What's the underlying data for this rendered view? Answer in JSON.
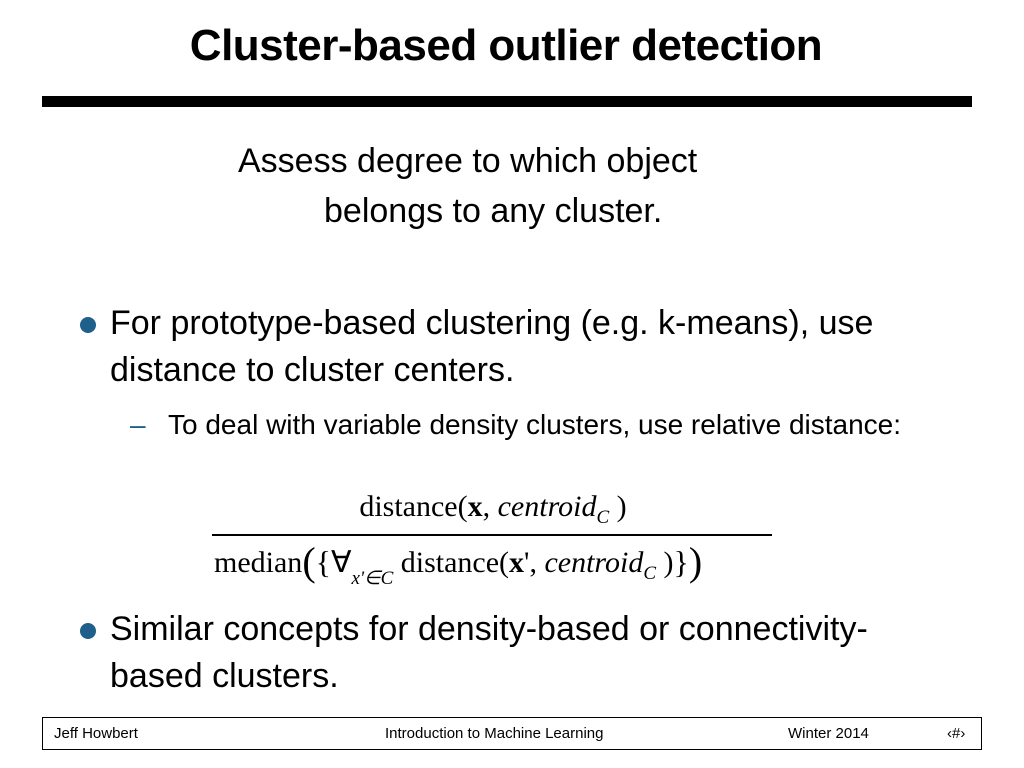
{
  "slide": {
    "title": "Cluster-based outlier detection",
    "lead_line1": "Assess degree to which object",
    "lead_line2": "belongs to any cluster.",
    "bullets": [
      {
        "text": "For prototype-based clustering (e.g. k-means), use distance to cluster centers.",
        "sub_bullets": [
          {
            "marker": "–",
            "text": "To deal with variable density clusters, use relative distance:"
          }
        ]
      },
      {
        "text": "Similar concepts for density-based or connectivity-based clusters."
      }
    ],
    "formula": {
      "num_fn": "distance(",
      "num_x": "x",
      "num_comma": ", ",
      "num_centroid": "centroid",
      "num_sub": "C",
      "num_close": " )",
      "den_fn": "median",
      "den_open_paren": "(",
      "den_open_brace": "{",
      "den_forall": "∀",
      "den_forall_sub": "x'∈C",
      "den_dist": " distance(",
      "den_x": "x",
      "den_prime": "', ",
      "den_centroid": "centroid",
      "den_sub": "C",
      "den_close": " )",
      "den_close_brace": "}",
      "den_close_paren": ")"
    }
  },
  "footer": {
    "author": "Jeff Howbert",
    "course": "Introduction to Machine Learning",
    "term": "Winter 2014",
    "page_marker": "‹#›"
  },
  "colors": {
    "bullet": "#1f5f8b",
    "text": "#000000",
    "rule": "#000000"
  }
}
